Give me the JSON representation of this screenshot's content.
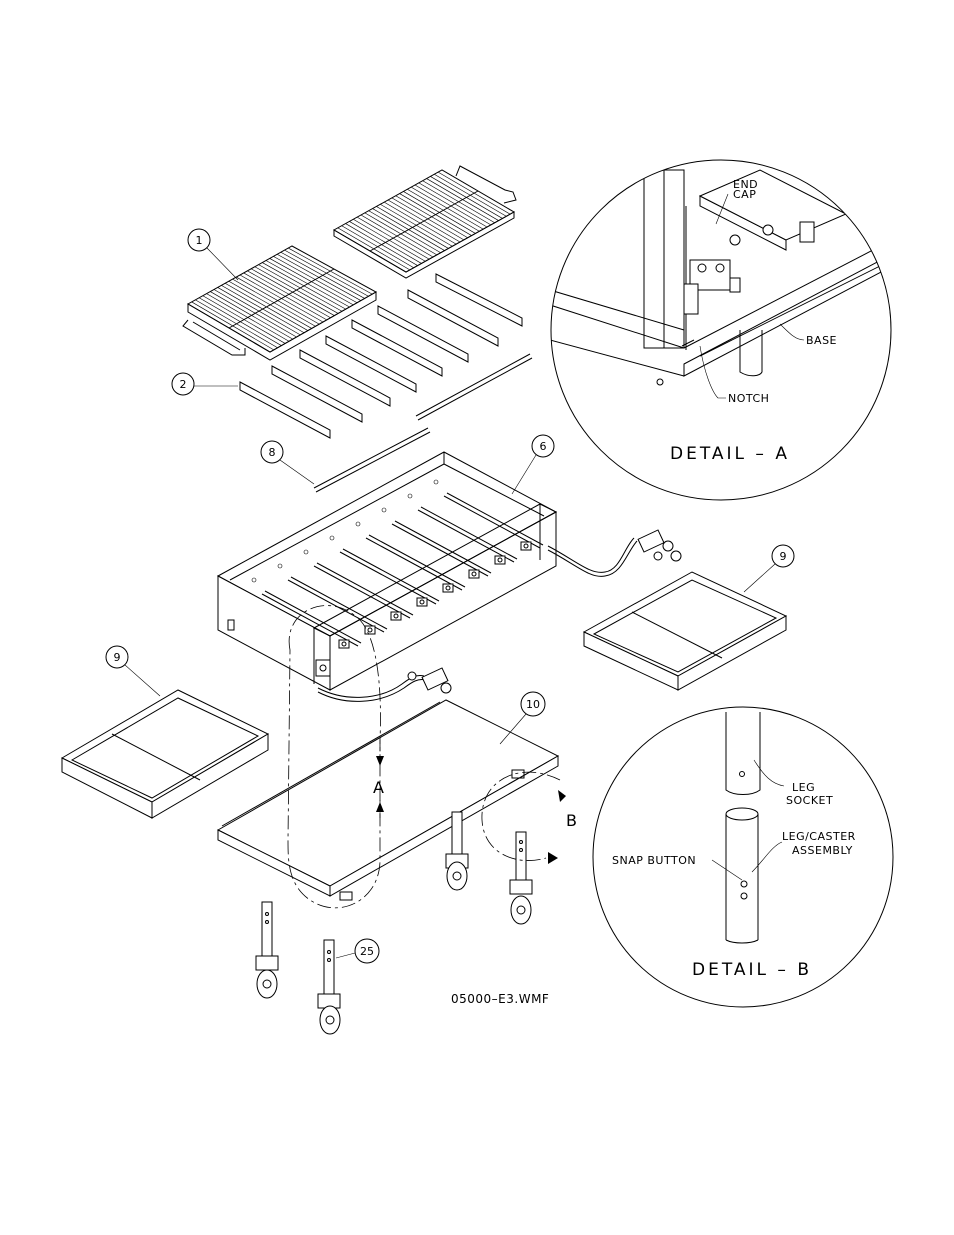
{
  "callouts": {
    "c1": "1",
    "c2": "2",
    "c8": "8",
    "c6": "6",
    "c9_right": "9",
    "c9_left": "9",
    "c10": "10",
    "c25": "25"
  },
  "section_markers": {
    "a": "A",
    "b": "B"
  },
  "detail_a": {
    "title": "DETAIL  –  A",
    "end_cap_line1": "END",
    "end_cap_line2": "CAP",
    "base": "BASE",
    "notch": "NOTCH"
  },
  "detail_b": {
    "title": "DETAIL  –  B",
    "leg_socket_line1": "LEG",
    "leg_socket_line2": "SOCKET",
    "leg_caster_line1": "LEG/CASTER",
    "leg_caster_line2": "ASSEMBLY",
    "snap_button": "SNAP  BUTTON"
  },
  "file_label": "05000–E3.WMF"
}
